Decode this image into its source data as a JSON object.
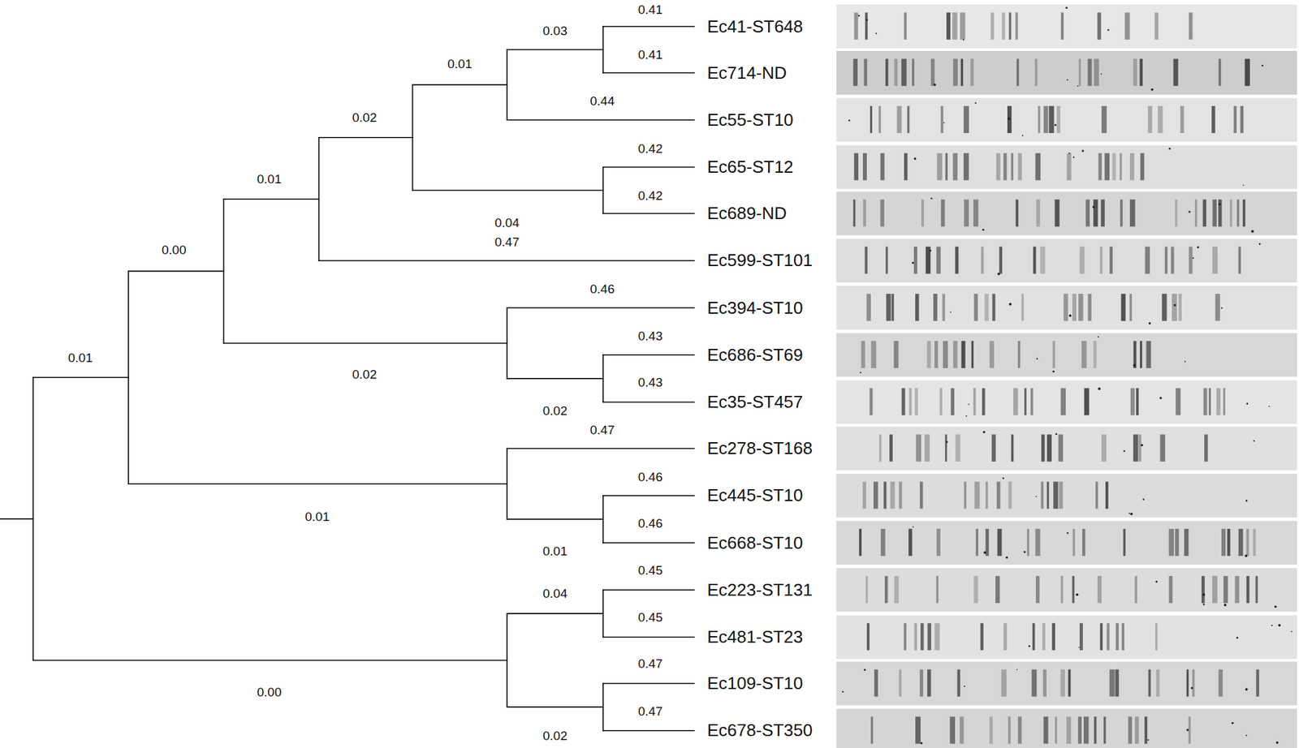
{
  "diagram": {
    "labels": [
      "0.41",
      "Ec41-ST648",
      "0.03",
      "0.41",
      "0.01",
      "Ec714-ND",
      "0.44",
      "0.02",
      "Ec55-ST10",
      "0.42",
      "Ec65-ST12",
      "0.01",
      "0.42",
      "Ec689-ND",
      "0.04",
      "0.47",
      "0.00",
      "Ec599-ST101",
      "0.46",
      "Ec394-ST10",
      "0.43",
      "Ec686-ST69",
      "0.01",
      "0.02",
      "0.43",
      "Ec35-ST457",
      "0.02",
      "0.47",
      "Ec278-ST168",
      "0.46",
      "Ec445-ST10",
      "0.01",
      "0.46",
      "Ec668-ST10",
      "0.01",
      "0.45",
      "Ec223-ST131",
      "0.04",
      "0.45",
      "Ec481-ST23",
      "0.47",
      "Ec109-ST10",
      "0.00",
      "0.47",
      "Ec678-ST350",
      "0.02"
    ]
  }
}
